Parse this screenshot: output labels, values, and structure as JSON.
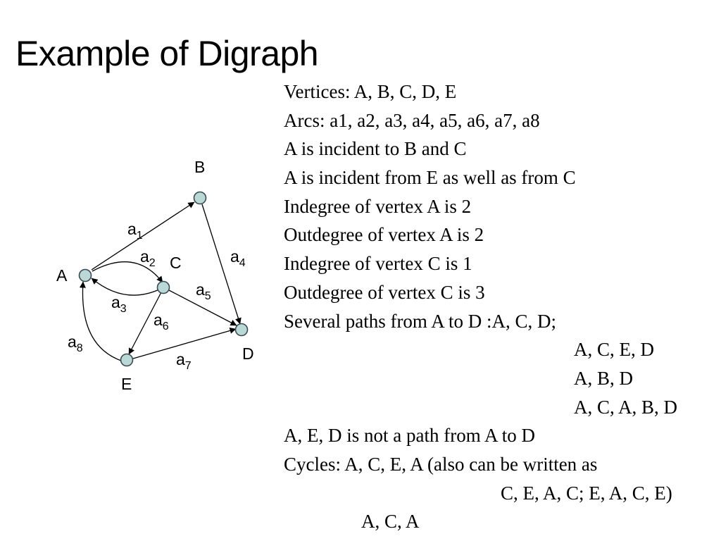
{
  "slide": {
    "title": "Example of Digraph"
  },
  "diagram": {
    "vertices": [
      {
        "id": "A",
        "label": "A"
      },
      {
        "id": "B",
        "label": "B"
      },
      {
        "id": "C",
        "label": "C"
      },
      {
        "id": "D",
        "label": "D"
      },
      {
        "id": "E",
        "label": "E"
      }
    ],
    "arcs": [
      {
        "id": "a1",
        "base": "a",
        "sub": "1",
        "from": "A",
        "to": "B"
      },
      {
        "id": "a2",
        "base": "a",
        "sub": "2",
        "from": "A",
        "to": "C"
      },
      {
        "id": "a3",
        "base": "a",
        "sub": "3",
        "from": "C",
        "to": "A"
      },
      {
        "id": "a4",
        "base": "a",
        "sub": "4",
        "from": "B",
        "to": "D"
      },
      {
        "id": "a5",
        "base": "a",
        "sub": "5",
        "from": "C",
        "to": "D"
      },
      {
        "id": "a6",
        "base": "a",
        "sub": "6",
        "from": "C",
        "to": "E"
      },
      {
        "id": "a7",
        "base": "a",
        "sub": "7",
        "from": "E",
        "to": "D"
      },
      {
        "id": "a8",
        "base": "a",
        "sub": "8",
        "from": "E",
        "to": "A"
      }
    ]
  },
  "notes": {
    "vertices": "Vertices: A, B, C, D, E",
    "arcs": "Arcs: a1, a2, a3, a4, a5, a6, a7, a8",
    "incident_to": "A is incident to B and C",
    "incident_from": "A is incident from E as well as from C",
    "indegree_a": "Indegree of vertex A is 2",
    "outdegree_a": "Outdegree of vertex A is 2",
    "indegree_c": "Indegree of vertex C is 1",
    "outdegree_c": "Outdegree of vertex C is 3",
    "paths_intro": "Several paths from A to D :A, C, D;",
    "path_2": "A, C, E, D",
    "path_3": "A, B, D",
    "path_4": "A, C, A, B, D",
    "not_path": "A, E, D is not a path from A to D",
    "cycles": "Cycles: A, C, E, A (also can be written as",
    "cycles_cont": "C, E, A, C; E, A, C, E)",
    "cycle_2": "A, C, A"
  }
}
